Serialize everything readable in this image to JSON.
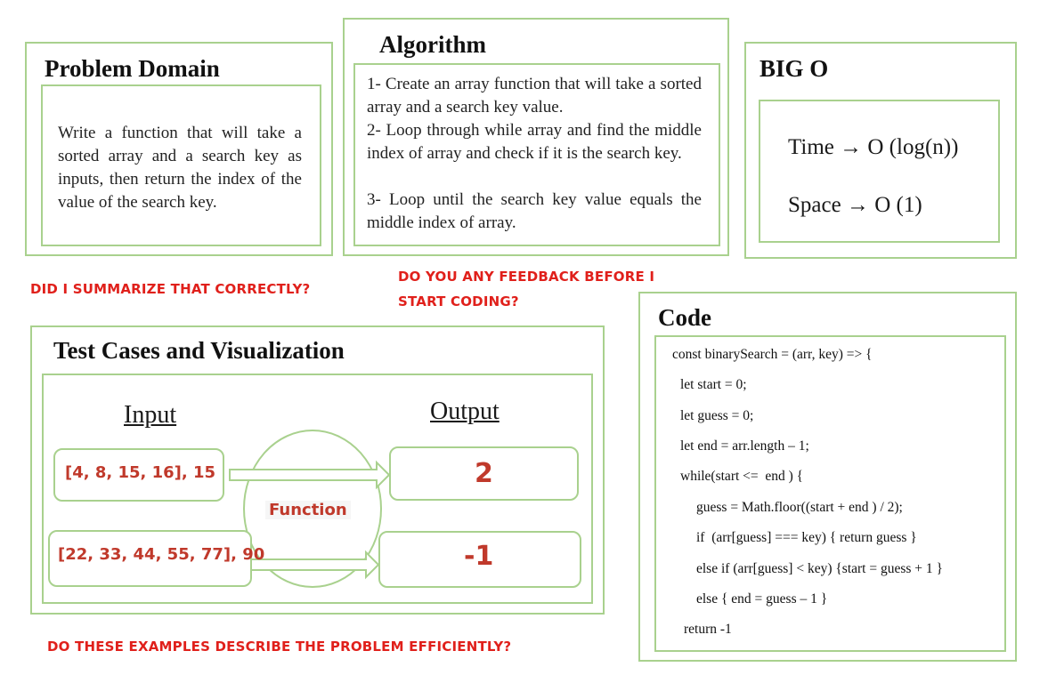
{
  "problem": {
    "title": "Problem Domain",
    "text": "Write a function that will take a sorted array and a search key as inputs, then return the index of the value of the search key."
  },
  "algorithm": {
    "title": "Algorithm",
    "steps": [
      "1- Create an array function that will take a sorted array and a search key value.",
      "2- Loop through while array and find the middle index of array and check if it is the search key.",
      "3- Loop until the search key value equals the middle index of array."
    ]
  },
  "bigo": {
    "title": "BIG O",
    "time": "Time → O (log(n))",
    "space": "Space → O (1)"
  },
  "notes": {
    "summarize": "DID I SUMMARIZE THAT CORRECTLY?",
    "feedback_line1": "DO YOU ANY FEEDBACK BEFORE I",
    "feedback_line2": "START CODING?",
    "examples": "DO THESE EXAMPLES DESCRIBE THE PROBLEM EFFICIENTLY?"
  },
  "tests": {
    "title": "Test Cases and Visualization",
    "input_label": "Input",
    "output_label": "Output",
    "function_label": "Function",
    "case1_input": "[4, 8, 15, 16], 15",
    "case1_output": "2",
    "case2_input": "[22, 33, 44, 55, 77], 90",
    "case2_output": "-1"
  },
  "code": {
    "title": "Code",
    "lines": [
      "const binarySearch = (arr, key) => {",
      "let start = 0;",
      "let guess = 0;",
      "let end = arr.length – 1;",
      "while(start <=  end ) {",
      "guess = Math.floor((start + end ) / 2);",
      "if  (arr[guess] === key) { return guess }",
      "else if (arr[guess] < key) {start = guess + 1 }",
      "else { end = guess – 1 }",
      "return -1"
    ]
  },
  "colors": {
    "border": "#a9d18e",
    "note_red": "#e0201b",
    "testcase_red": "#c0392b"
  }
}
